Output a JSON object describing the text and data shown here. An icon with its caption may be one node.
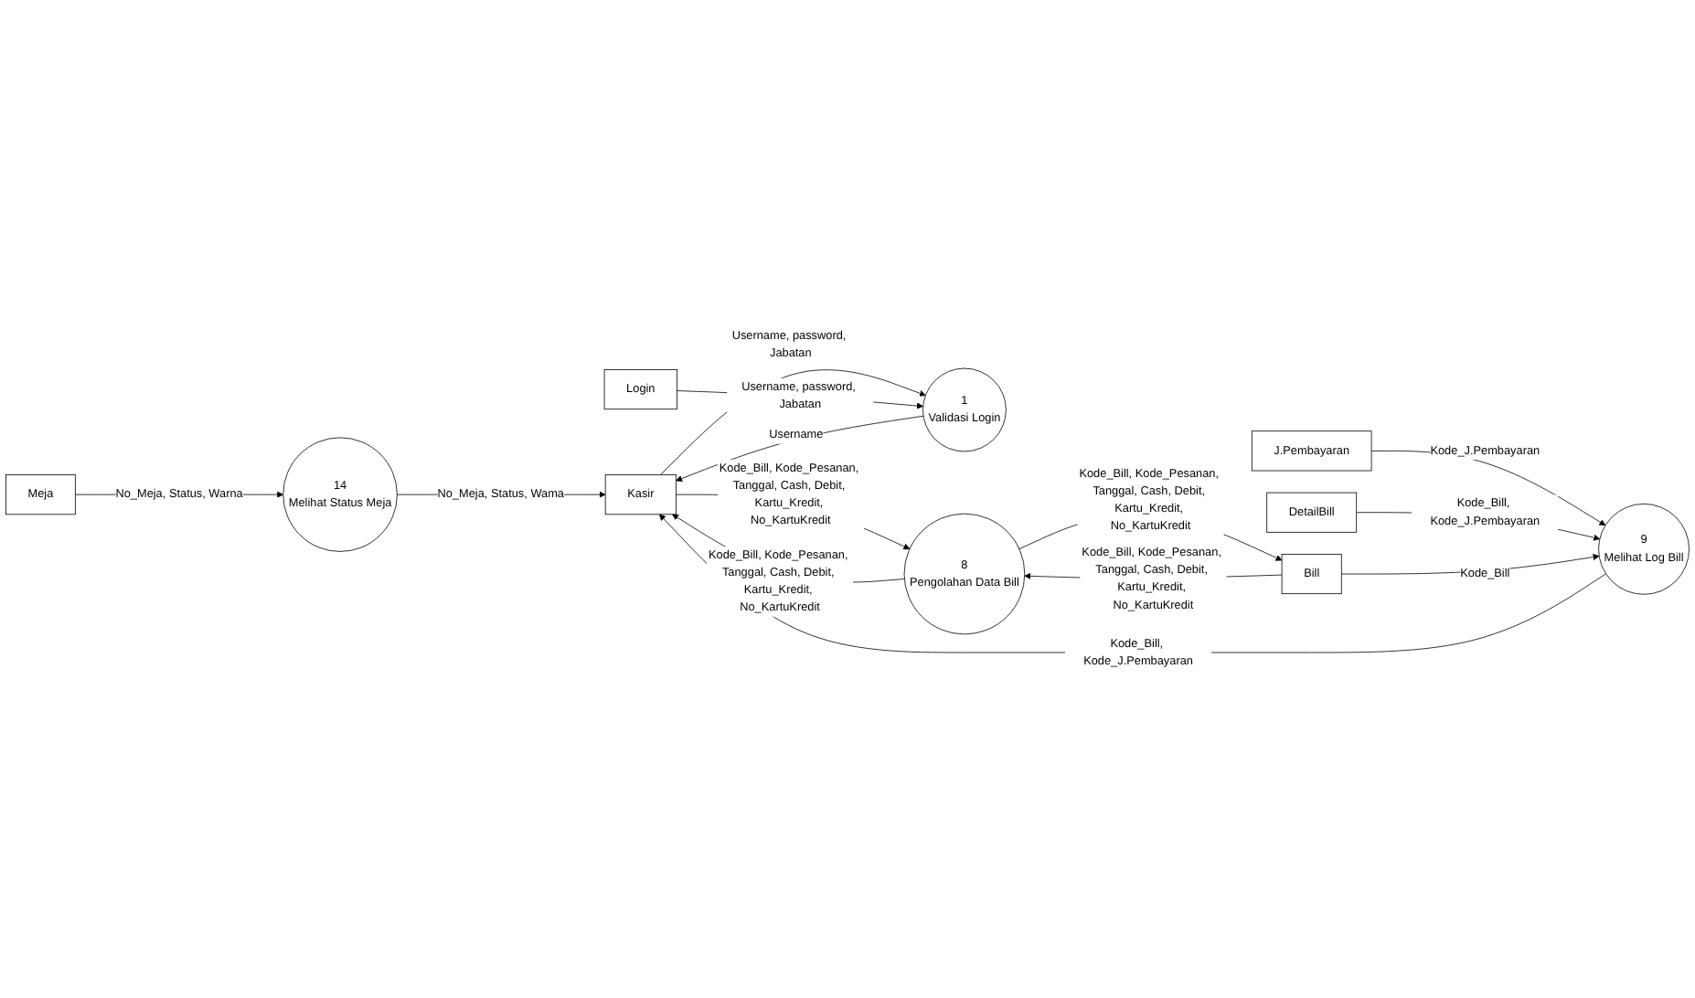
{
  "diagram": {
    "nodes": [
      {
        "text": [
          "Kasir"
        ]
      },
      {
        "text": [
          "1",
          "Validasi Login"
        ]
      },
      {
        "text": [
          "Login"
        ]
      },
      {
        "text": [
          "J.Pembayaran"
        ]
      },
      {
        "text": [
          "9",
          "Melihat Log Bill"
        ]
      },
      {
        "text": [
          "DetailBill"
        ]
      },
      {
        "text": [
          "8",
          "Pengolahan Data Bill"
        ]
      },
      {
        "text": [
          "Bill"
        ]
      },
      {
        "text": [
          "14",
          "Melihat Status Meja"
        ]
      },
      {
        "text": [
          "Meja"
        ]
      }
    ],
    "edges": [
      {
        "from": 0,
        "to": 1,
        "arrow": "to",
        "label": "Username, password, Jabatan"
      },
      {
        "from": 2,
        "to": 1,
        "arrow": "to",
        "label": "Username, password, Jabatan"
      },
      {
        "from": 1,
        "to": 0,
        "arrow": "to",
        "label": "Username"
      },
      {
        "from": 3,
        "to": 4,
        "arrow": "to",
        "label": "Kode_J.Pembayaran"
      },
      {
        "from": 4,
        "to": 0,
        "arrow": "to",
        "label": "Kode_Bill, Kode_J.Pembayaran"
      },
      {
        "from": 5,
        "to": 4,
        "arrow": "to",
        "label": "Kode_Bill, Kode_J.Pembayaran"
      },
      {
        "from": 7,
        "to": 4,
        "arrow": "to",
        "label": "Kode_Bill"
      },
      {
        "from": 0,
        "to": 6,
        "arrow": "to",
        "label": "Kode_Bill, Kode_Pesanan, Tanggal, Cash, Debit, Kartu_Kredit, No_KartuKredit"
      },
      {
        "from": 6,
        "to": 0,
        "arrow": "to",
        "label": "Kode_Bill, Kode_Pesanan, Tanggal, Cash, Debit, Kartu_Kredit, No_KartuKredit"
      },
      {
        "from": 6,
        "to": 7,
        "arrow": "to",
        "label": "Kode_Bill, Kode_Pesanan, Tanggal, Cash, Debit, Kartu_Kredit, No_KartuKredit"
      },
      {
        "from": 7,
        "to": 6,
        "arrow": "to",
        "label": "Kode_Bill, Kode_Pesanan, Tanggal, Cash, Debit, Kartu_Kredit, No_KartuKredit"
      },
      {
        "from": 9,
        "to": 8,
        "arrow": "to",
        "label": "No_Meja, Status, Warna"
      },
      {
        "from": 8,
        "to": 0,
        "arrow": "to",
        "label": "No_Meja, Status, Wama"
      }
    ]
  }
}
